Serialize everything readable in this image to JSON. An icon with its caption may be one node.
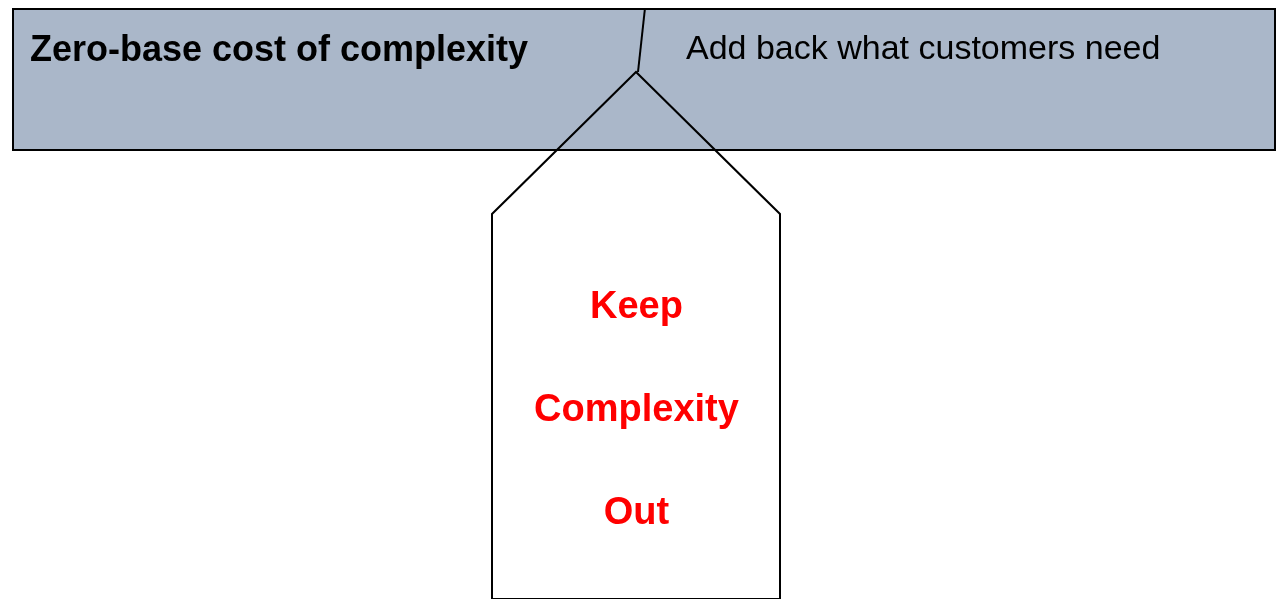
{
  "diagram": {
    "nodes": [
      {
        "text": [
          "Zero-base cost of complexity",
          "Add back what customers need"
        ]
      },
      {
        "text": [
          "Keep Complexity Out"
        ]
      }
    ]
  }
}
